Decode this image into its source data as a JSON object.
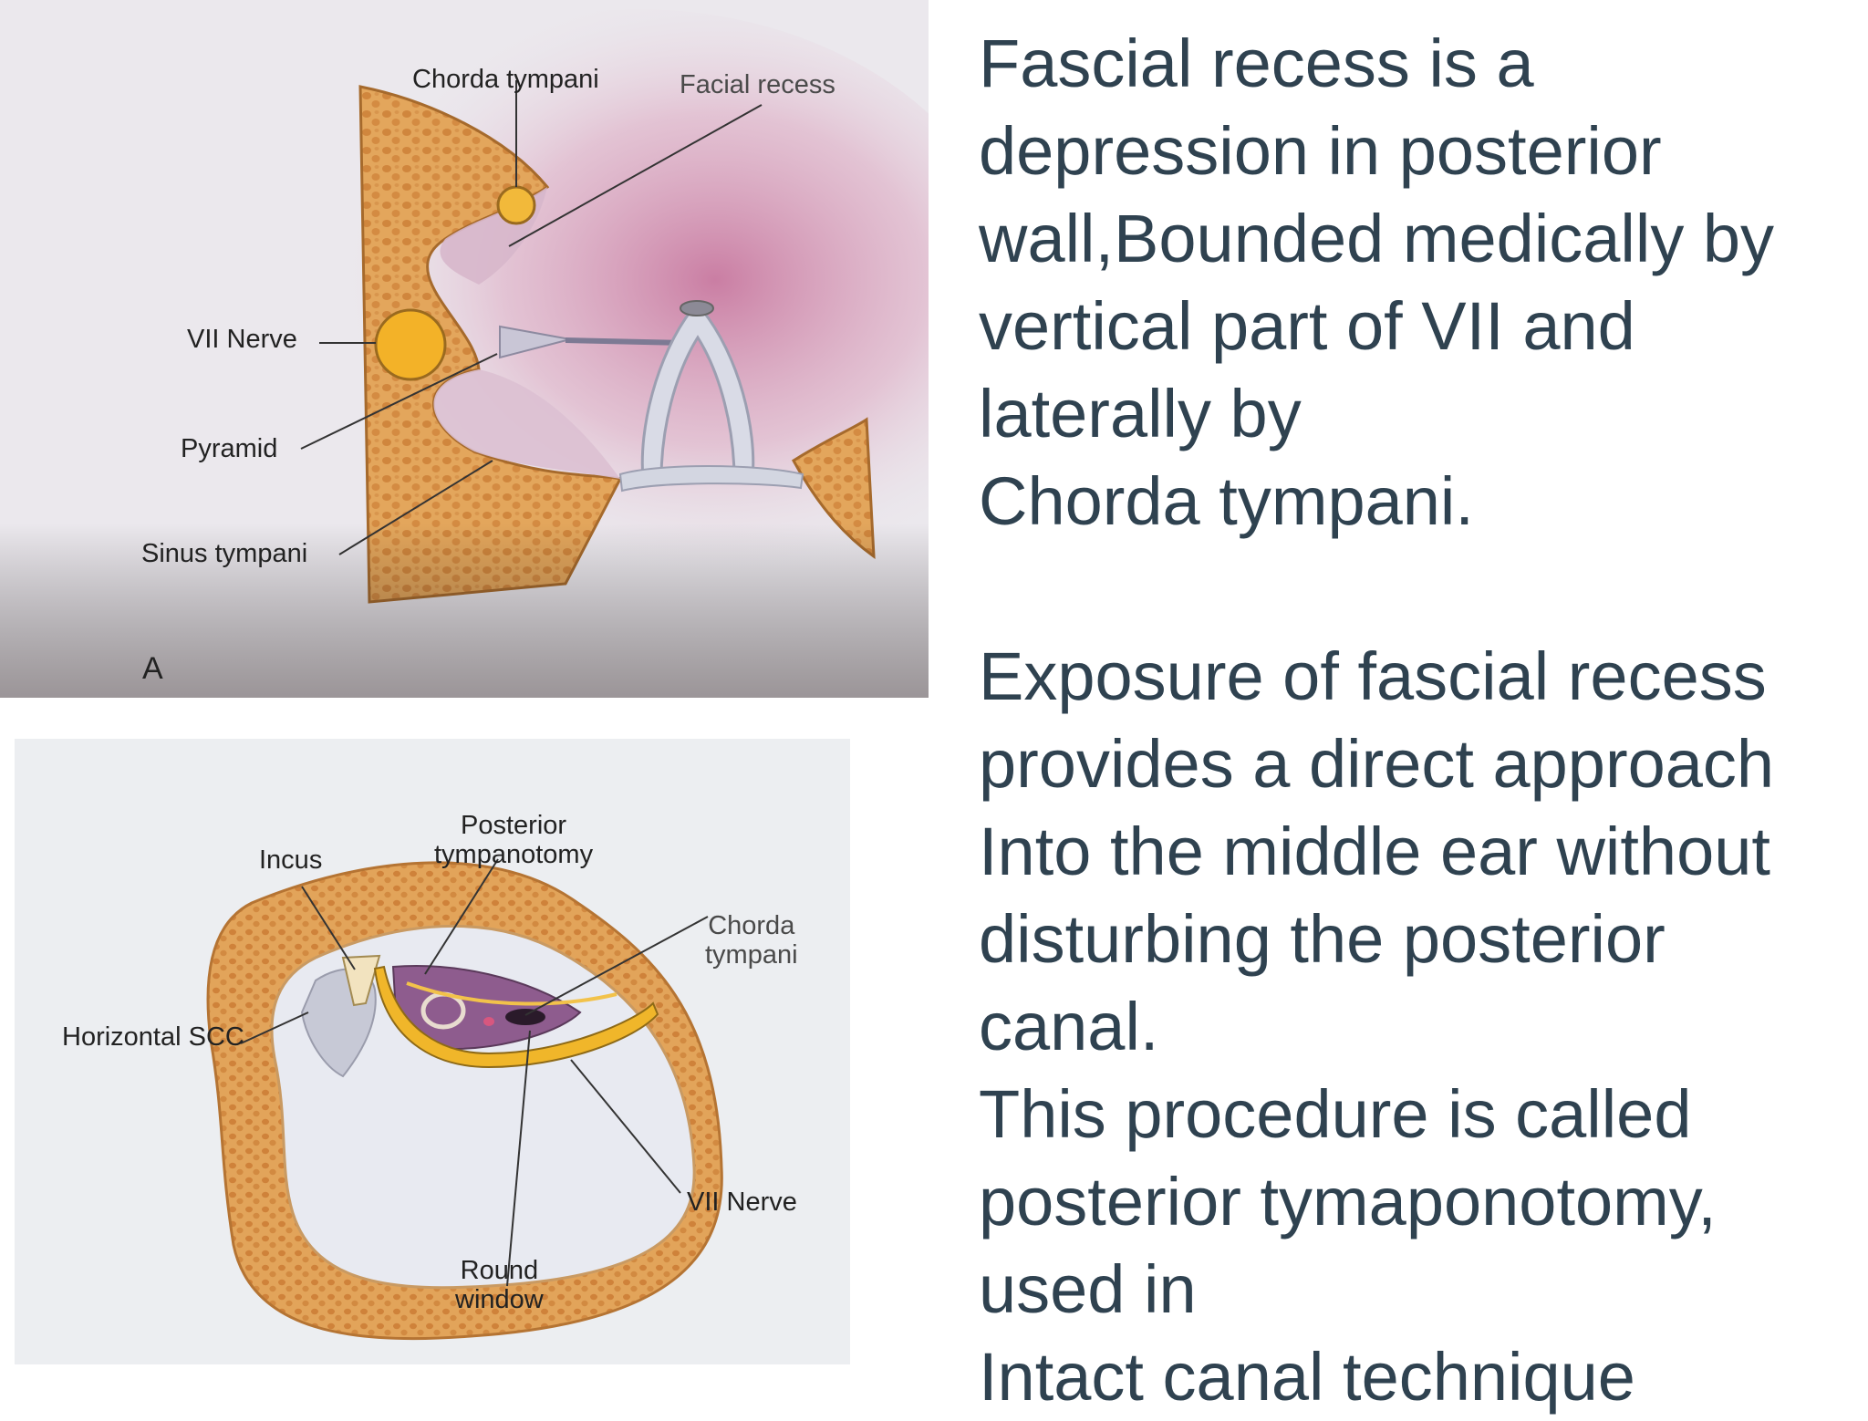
{
  "figure_a": {
    "letter": "A",
    "labels": {
      "chorda_tympani": "Chorda tympani",
      "facial_recess": "Facial recess",
      "vii_nerve": "VII Nerve",
      "pyramid": "Pyramid",
      "sinus_tympani": "Sinus tympani"
    }
  },
  "figure_b": {
    "labels": {
      "incus": "Incus",
      "posterior_tympanotomy": "Posterior\ntympanotomy",
      "chorda_tympani": "Chorda\ntympani",
      "horizontal_scc": "Horizontal SCC",
      "vii_nerve": "VII Nerve",
      "round_window": "Round\nwindow"
    }
  },
  "text": {
    "paragraph_1": "Fascial recess is a\ndepression in posterior\nwall,Bounded medically by\nvertical part of VII and\nlaterally by\nChorda tympani.",
    "paragraph_2": "Exposure of fascial recess\nprovides a direct approach\nInto the middle ear without\ndisturbing the posterior\ncanal.\nThis procedure is called\nposterior tymaponotomy,\nused in\nIntact canal technique"
  },
  "colors": {
    "text": "#2f4250",
    "bone": "#e0a055",
    "bone_dots": "#c9782e",
    "nerve": "#f0b429",
    "recess_pink": "#c87a9c"
  }
}
